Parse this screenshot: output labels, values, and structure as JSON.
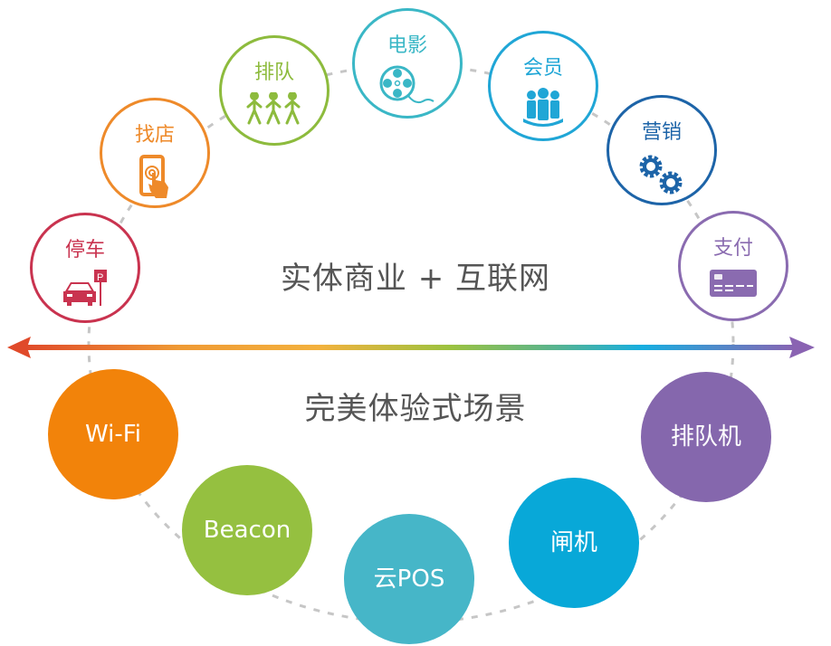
{
  "headlines": {
    "top": "实体商业 + 互联网",
    "bottom": "完美体验式场景"
  },
  "online_services": [
    {
      "label": "停车",
      "icon": "car-parking-icon",
      "color": "#c9334f"
    },
    {
      "label": "找店",
      "icon": "phone-touch-icon",
      "color": "#ee8a2a"
    },
    {
      "label": "排队",
      "icon": "people-walking-icon",
      "color": "#8dbb3d"
    },
    {
      "label": "电影",
      "icon": "film-reel-icon",
      "color": "#3ab7c6"
    },
    {
      "label": "会员",
      "icon": "members-group-icon",
      "color": "#20a6d6"
    },
    {
      "label": "营销",
      "icon": "gears-icon",
      "color": "#1d64a8"
    },
    {
      "label": "支付",
      "icon": "credit-card-icon",
      "color": "#8a6bb0"
    }
  ],
  "offline_devices": [
    {
      "label": "Wi-Fi",
      "color": "#f2830a"
    },
    {
      "label": "Beacon",
      "color": "#95c040"
    },
    {
      "label": "云POS",
      "color": "#46b6c8"
    },
    {
      "label": "闸机",
      "color": "#08a8d8"
    },
    {
      "label": "排队机",
      "color": "#8567ad"
    }
  ],
  "arrow": {
    "gradient": [
      "#e04a2a",
      "#ef9a34",
      "#f3b13d",
      "#9cc23f",
      "#5bb48a",
      "#17aee0",
      "#8a63b2"
    ]
  }
}
